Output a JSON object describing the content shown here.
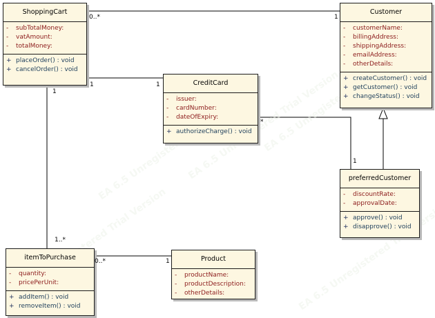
{
  "diagram": {
    "watermark": "EA 6.5 Unregistered Trial Version",
    "classes": {
      "shopping_cart": {
        "name": "ShoppingCart",
        "attributes": [
          "subTotalMoney:",
          "vatAmount:",
          "totalMoney:"
        ],
        "operations": [
          "placeOrder() : void",
          "cancelOrder() : void"
        ]
      },
      "customer": {
        "name": "Customer",
        "attributes": [
          "customerName:",
          "billingAddress:",
          "shippingAddress:",
          "emailAddress:",
          "otherDetails:"
        ],
        "operations": [
          "createCustomer() : void",
          "getCustomer() : void",
          "changeStatus() : void"
        ]
      },
      "credit_card": {
        "name": "CreditCard",
        "attributes": [
          "issuer:",
          "cardNumber:",
          "dateOfExpiry:"
        ],
        "operations": [
          "authorizeCharge() : void"
        ]
      },
      "preferred_customer": {
        "name": "preferredCustomer",
        "attributes": [
          "discountRate:",
          "approvalDate:"
        ],
        "operations": [
          "approve() : void",
          "disapprove() : void"
        ]
      },
      "item_to_purchase": {
        "name": "itemToPurchase",
        "attributes": [
          "quantity:",
          "pricePerUnit:"
        ],
        "operations": [
          "addItem() : void",
          "removeItem() : void"
        ]
      },
      "product": {
        "name": "Product",
        "attributes": [
          "productName:",
          "productDescription:",
          "otherDetails:"
        ],
        "operations": []
      }
    },
    "visibility": {
      "attribute": "-",
      "operation": "+"
    },
    "multiplicities": {
      "cart_customer_cart_end": "0..*",
      "cart_customer_customer_end": "1",
      "cart_creditcard_cart_end": "1",
      "cart_creditcard_card_end": "1",
      "cart_item_cart_end": "1",
      "cart_item_item_end": "1..*",
      "creditcard_preferred_card_end": "*",
      "creditcard_preferred_preferred_end": "1",
      "item_product_item_end": "0..*",
      "item_product_product_end": "1"
    }
  }
}
